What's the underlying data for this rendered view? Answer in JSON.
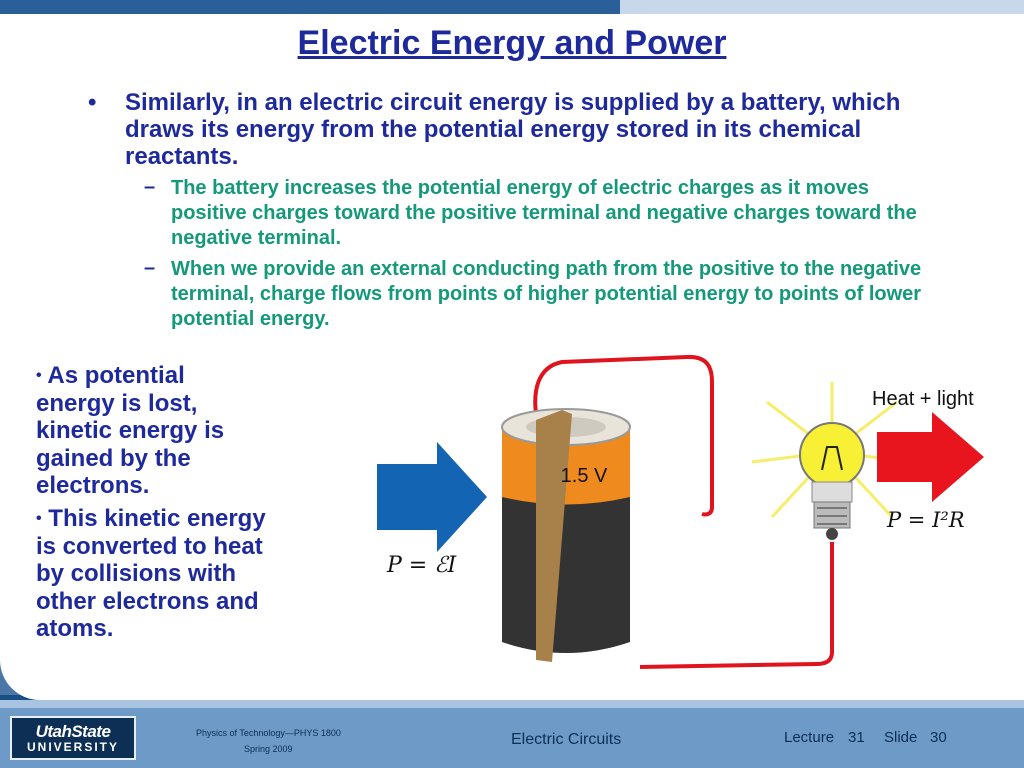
{
  "title": "Electric Energy and Power",
  "main_bullet": "Similarly, in an electric circuit energy is supplied by a battery, which draws its energy from the potential energy stored in its chemical reactants.",
  "sub_bullets": [
    "The battery increases the potential energy of electric charges as it moves positive charges toward the positive terminal and negative charges toward the negative terminal.",
    "When we provide an external conducting path from the positive to the negative terminal, charge flows from points of higher potential energy to points of lower potential energy."
  ],
  "side_bullets": [
    "As potential energy is lost, kinetic energy is gained by the electrons.",
    "This kinetic energy is converted to heat by collisions with other electrons and atoms."
  ],
  "bullet_glyph": "•",
  "dash_glyph": "–",
  "figure": {
    "battery_label": "1.5 V",
    "heat_label": "Heat + light",
    "power_battery": "P = ℰI",
    "power_bulb": "P = I²R",
    "colors": {
      "arrow_blue": "#1464b4",
      "arrow_red": "#e8141e",
      "wire": "#e0141e",
      "battery_top": "#ef8a1e",
      "battery_body": "#333333",
      "strap": "#a8804a"
    }
  },
  "footer": {
    "logo_line1": "UtahState",
    "logo_line2": "UNIVERSITY",
    "course": "Physics of Technology—PHYS 1800",
    "term": "Spring 2009",
    "topic": "Electric Circuits",
    "lecture_label": "Lecture",
    "lecture_num": "31",
    "slide_label": "Slide",
    "slide_num": "30"
  }
}
